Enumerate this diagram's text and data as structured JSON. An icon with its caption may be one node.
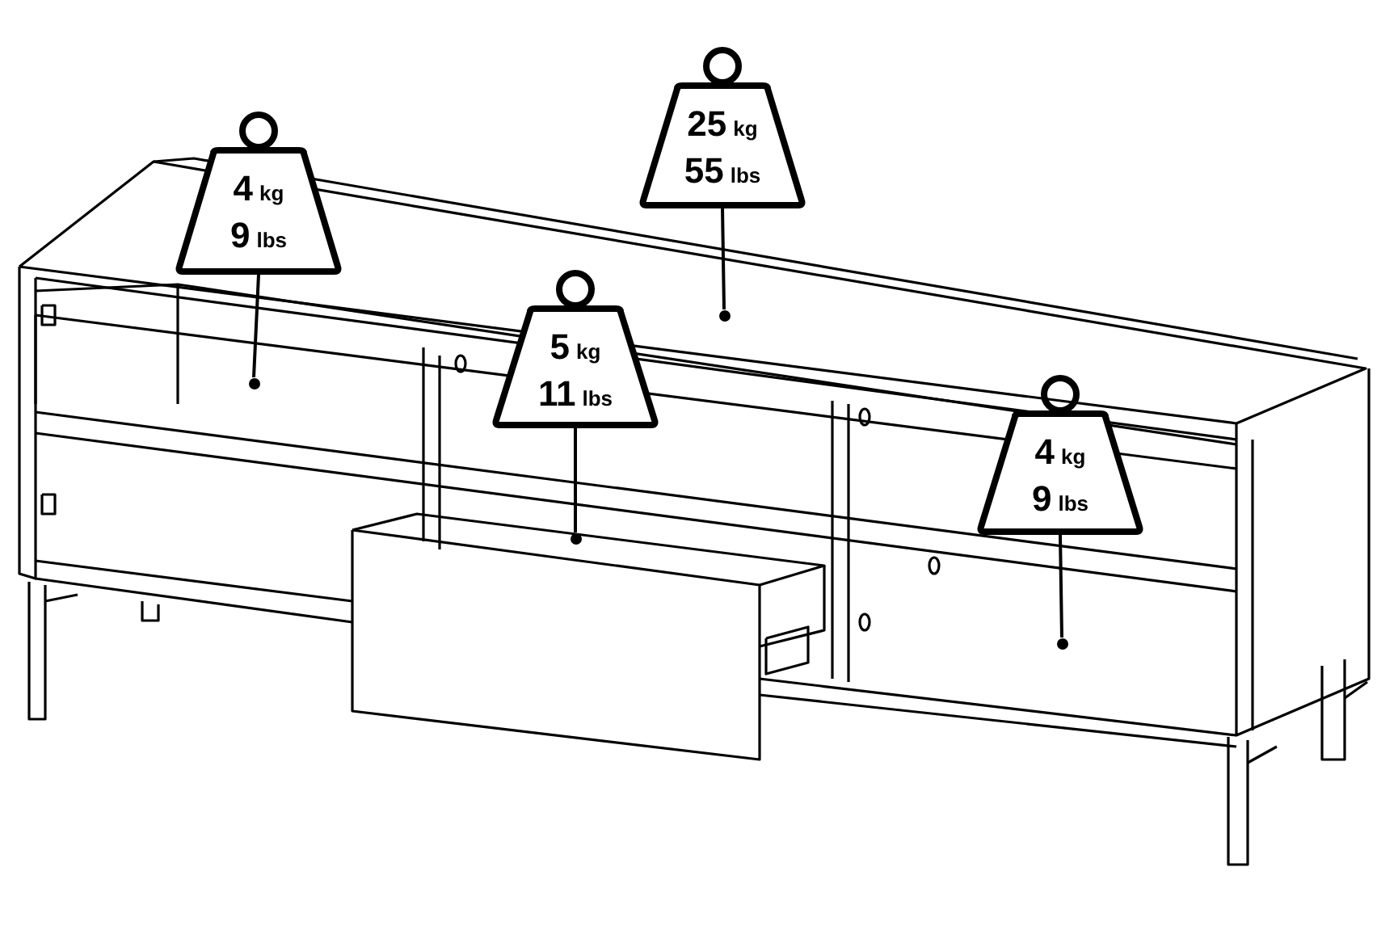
{
  "diagram": {
    "nodes": [
      {
        "text": [
          "4 kg",
          "9 lbs"
        ]
      },
      {
        "text": [
          "25 kg",
          "55 lbs"
        ]
      },
      {
        "text": [
          "5 kg",
          "11 lbs"
        ]
      },
      {
        "text": [
          "4 kg",
          "9 lbs"
        ]
      },
      {
        "text": [],
        "shape": "circle"
      },
      {
        "text": [],
        "shape": "circle"
      },
      {
        "text": [],
        "shape": "circle"
      },
      {
        "text": [],
        "shape": "circle"
      }
    ],
    "edges": [
      {
        "from": 0,
        "to": 4,
        "arrow": "none"
      },
      {
        "from": 1,
        "to": 5,
        "arrow": "none"
      },
      {
        "from": 2,
        "to": 6,
        "arrow": "none"
      },
      {
        "from": 3,
        "to": 7,
        "arrow": "none"
      }
    ]
  }
}
